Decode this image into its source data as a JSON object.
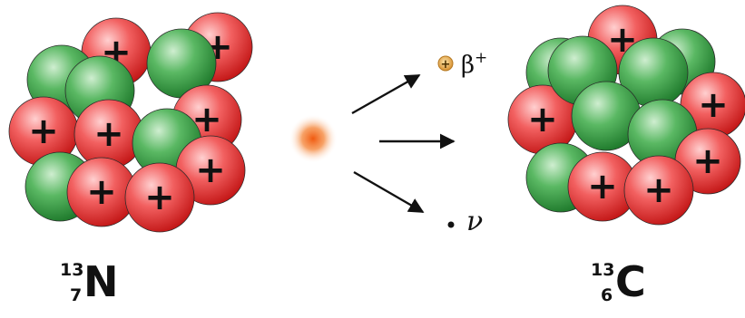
{
  "diagram": {
    "left_nucleus": {
      "mass_number": "13",
      "atomic_number": "7",
      "symbol": "N",
      "proton_color": "#ee3b3b",
      "neutron_color": "#3fa64a"
    },
    "right_nucleus": {
      "mass_number": "13",
      "atomic_number": "6",
      "symbol": "C",
      "proton_color": "#ee3b3b",
      "neutron_color": "#3fa64a"
    },
    "proton_sign": "+",
    "emission_glow_color": "#f07a2a",
    "positron": {
      "symbol": "β",
      "charge": "+",
      "sign": "+",
      "dot_color": "#e0a24a"
    },
    "neutrino": {
      "symbol": "ν"
    }
  }
}
